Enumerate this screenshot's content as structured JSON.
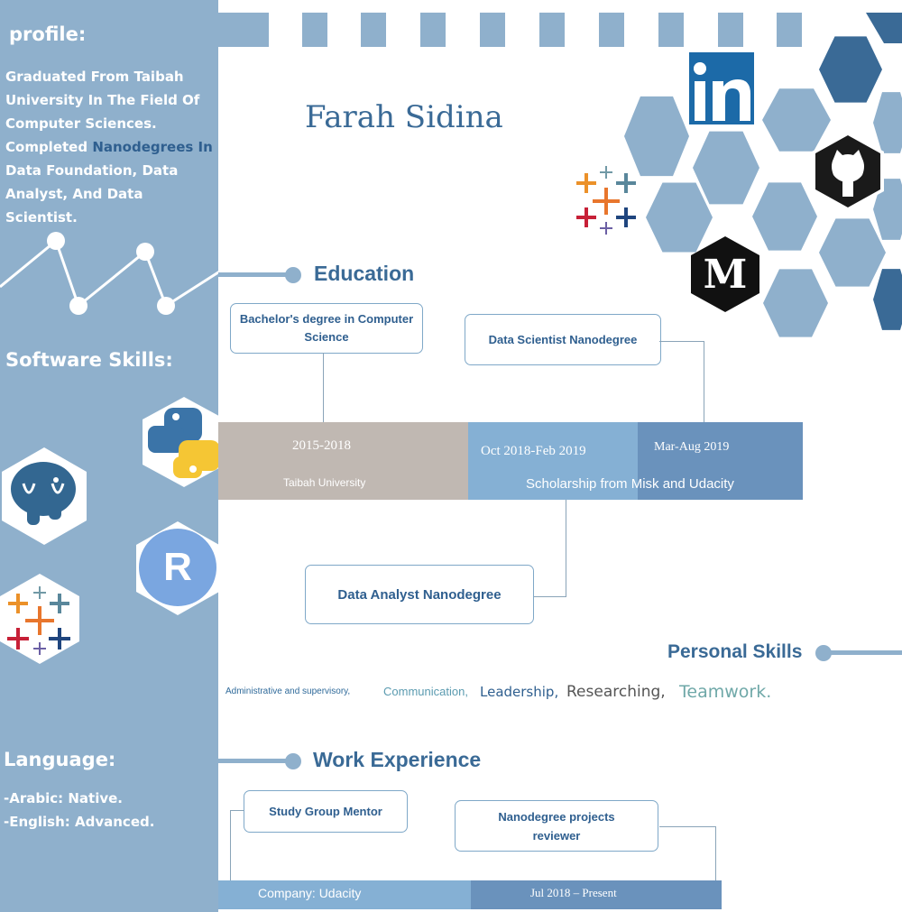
{
  "profile": {
    "heading": "profile:",
    "summary_lines": [
      [
        "Graduated From Taibah",
        ""
      ],
      [
        "University  In The Field Of",
        ""
      ],
      [
        "Computer  Sciences.",
        ""
      ],
      [
        "Completed ",
        "Nanodegrees In"
      ],
      [
        "Data Foundation, Data",
        ""
      ],
      [
        "Analyst, And Data",
        ""
      ],
      [
        "Scientist.",
        ""
      ]
    ]
  },
  "name": "Farah Sidina",
  "software_skills": {
    "heading": "Software Skills:",
    "icons": [
      "python-icon",
      "postgresql-icon",
      "r-language-icon",
      "tableau-icon"
    ],
    "r_letter": "R"
  },
  "language": {
    "heading": "Language:",
    "items": [
      "-Arabic: Native.",
      "-English: Advanced."
    ]
  },
  "social": {
    "icons": [
      "linkedin-icon",
      "github-icon",
      "tableau-icon",
      "medium-icon"
    ],
    "medium_letter": "M"
  },
  "education": {
    "heading": "Education",
    "boxes": {
      "bachelor": "Bachelor's degree in Computer Science",
      "ds_nanodegree": "Data Scientist Nanodegree",
      "da_nanodegree": "Data Analyst Nanodegree"
    },
    "timeline": {
      "seg1_years": "2015-2018",
      "seg1_place": "Taibah University",
      "seg2_dates": "Oct 2018-Feb 2019",
      "seg3_dates": "Mar-Aug 2019",
      "scholarship": "Scholarship from Misk and Udacity"
    }
  },
  "personal_skills": {
    "heading": "Personal Skills",
    "items": [
      "Administrative and supervisory,",
      "Communication,",
      "Leadership,",
      "Researching,",
      "Teamwork."
    ]
  },
  "work": {
    "heading": "Work Experience",
    "boxes": {
      "mentor": "Study Group Mentor",
      "reviewer": "Nanodegree projects reviewer"
    },
    "company": "Company: Udacity",
    "period": "Jul 2018 – Present"
  },
  "colors": {
    "sidebar": "#8fb0cc",
    "accent_dark": "#2f5f8f",
    "timeline_gray": "#c0b8b2",
    "timeline_light": "#85b0d4",
    "timeline_mid": "#6a92bc"
  }
}
